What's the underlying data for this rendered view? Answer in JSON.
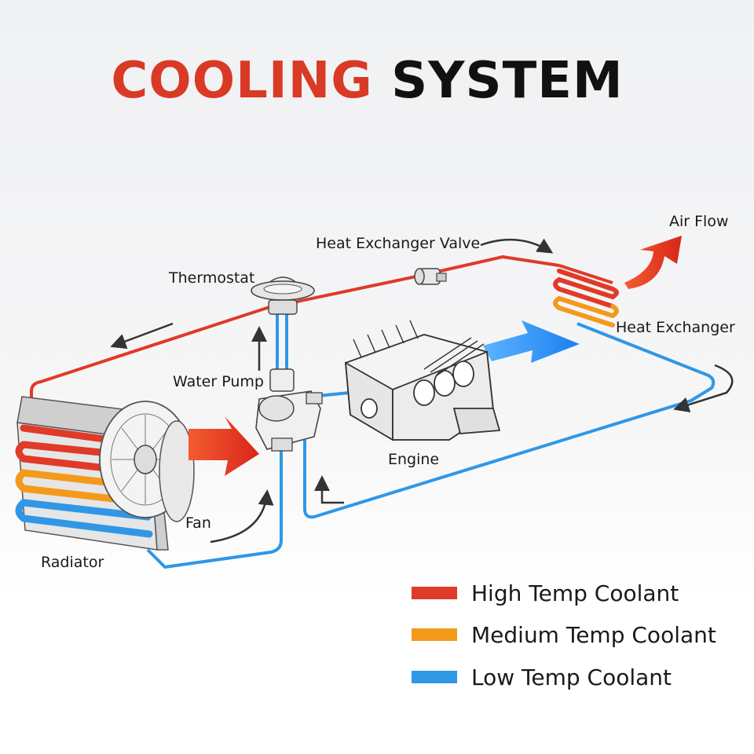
{
  "title": {
    "part1": "COOLING",
    "part2": "SYSTEM"
  },
  "labels": {
    "air_flow": "Air Flow",
    "heat_exchanger_valve": "Heat Exchanger Valve",
    "thermostat": "Thermostat",
    "heat_exchanger": "Heat Exchanger",
    "water_pump": "Water Pump",
    "engine": "Engine",
    "fan": "Fan",
    "radiator": "Radiator"
  },
  "legend": [
    {
      "label": "High Temp Coolant",
      "color": "#e03a28"
    },
    {
      "label": "Medium Temp Coolant",
      "color": "#f39a1b"
    },
    {
      "label": "Low Temp Coolant",
      "color": "#2f97e6"
    }
  ],
  "colors": {
    "high": "#e03a28",
    "medium": "#f39a1b",
    "low": "#2f97e6",
    "title_accent": "#d93a25"
  }
}
